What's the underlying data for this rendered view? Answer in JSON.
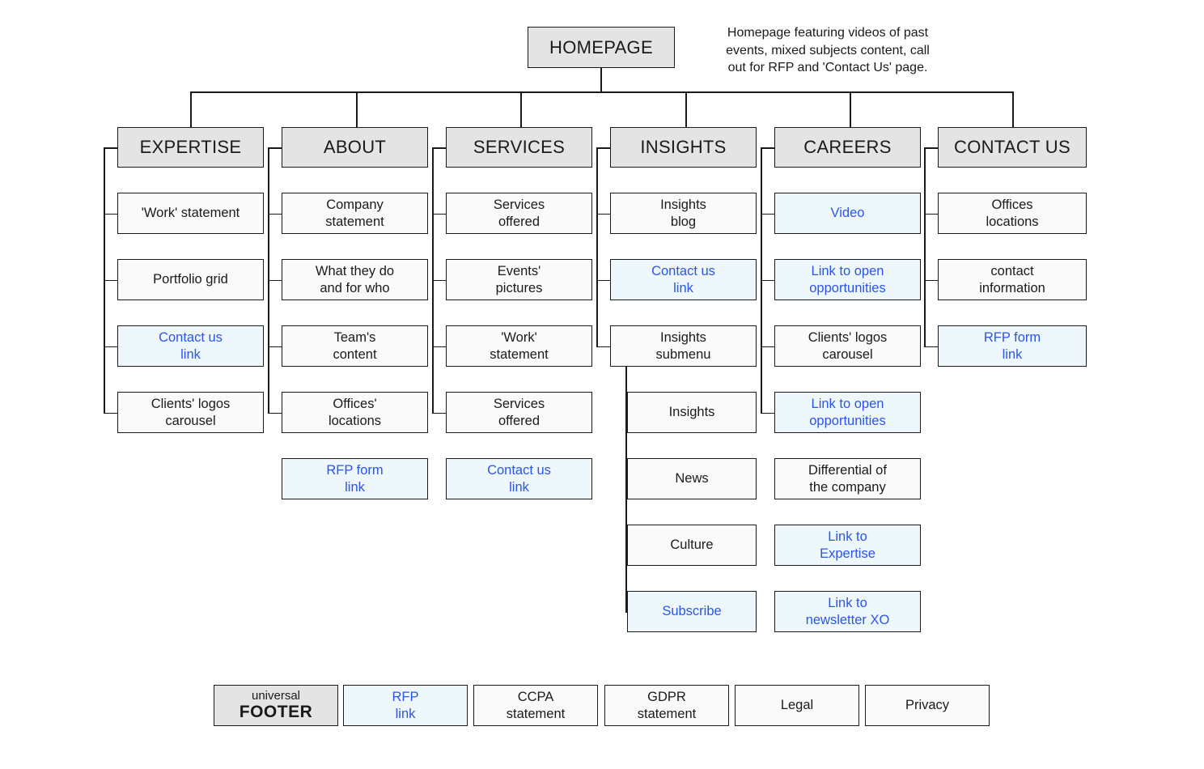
{
  "diagram": {
    "title": "HOMEPAGE",
    "annotation": "Homepage featuring videos of past\nevents, mixed subjects content, call\nout for RFP and 'Contact Us' page.",
    "colors": {
      "header_fill": "#e4e4e4",
      "plain_fill": "#fafafa",
      "link_fill": "#eef7fb",
      "link_text": "#2b55e8",
      "line": "#1a1a1a"
    }
  },
  "columns": [
    {
      "header": "EXPERTISE",
      "children": [
        {
          "label": "'Work' statement",
          "type": "plain"
        },
        {
          "label": "Portfolio grid",
          "type": "plain"
        },
        {
          "label": "Contact us\nlink",
          "type": "link"
        },
        {
          "label": "Clients' logos\ncarousel",
          "type": "plain"
        }
      ]
    },
    {
      "header": "ABOUT",
      "children": [
        {
          "label": "Company\nstatement",
          "type": "plain"
        },
        {
          "label": "What they do\nand for who",
          "type": "plain"
        },
        {
          "label": "Team's\ncontent",
          "type": "plain"
        },
        {
          "label": "Offices'\nlocations",
          "type": "plain"
        },
        {
          "label": "RFP form\nlink",
          "type": "link"
        }
      ]
    },
    {
      "header": "SERVICES",
      "children": [
        {
          "label": "Services\noffered",
          "type": "plain"
        },
        {
          "label": "Events'\npictures",
          "type": "plain"
        },
        {
          "label": "'Work'\nstatement",
          "type": "plain"
        },
        {
          "label": "Services\noffered",
          "type": "plain"
        },
        {
          "label": "Contact us\nlink",
          "type": "link"
        }
      ]
    },
    {
      "header": "INSIGHTS",
      "children": [
        {
          "label": "Insights\nblog",
          "type": "plain"
        },
        {
          "label": "Contact us\nlink",
          "type": "link"
        },
        {
          "label": "Insights\nsubmenu",
          "type": "plain"
        }
      ],
      "submenu": [
        {
          "label": "Insights",
          "type": "plain"
        },
        {
          "label": "News",
          "type": "plain"
        },
        {
          "label": "Culture",
          "type": "plain"
        },
        {
          "label": "Subscribe",
          "type": "link"
        }
      ]
    },
    {
      "header": "CAREERS",
      "children": [
        {
          "label": "Video",
          "type": "link"
        },
        {
          "label": "Link to open\nopportunities",
          "type": "link"
        },
        {
          "label": "Clients' logos\ncarousel",
          "type": "plain"
        },
        {
          "label": "Link to open\nopportunities",
          "type": "link"
        },
        {
          "label": "Differential of\nthe company",
          "type": "plain"
        },
        {
          "label": "Link to\nExpertise",
          "type": "link"
        },
        {
          "label": "Link to\nnewsletter XO",
          "type": "link"
        }
      ]
    },
    {
      "header": "CONTACT US",
      "children": [
        {
          "label": "Offices\nlocations",
          "type": "plain"
        },
        {
          "label": "contact\ninformation",
          "type": "plain"
        },
        {
          "label": "RFP form\nlink",
          "type": "link"
        }
      ]
    }
  ],
  "footer": {
    "label_small": "universal",
    "label_big": "FOOTER",
    "items": [
      {
        "label": "RFP\nlink",
        "type": "link"
      },
      {
        "label": "CCPA\nstatement",
        "type": "plain"
      },
      {
        "label": "GDPR\nstatement",
        "type": "plain"
      },
      {
        "label": "Legal",
        "type": "plain"
      },
      {
        "label": "Privacy",
        "type": "plain"
      }
    ]
  }
}
